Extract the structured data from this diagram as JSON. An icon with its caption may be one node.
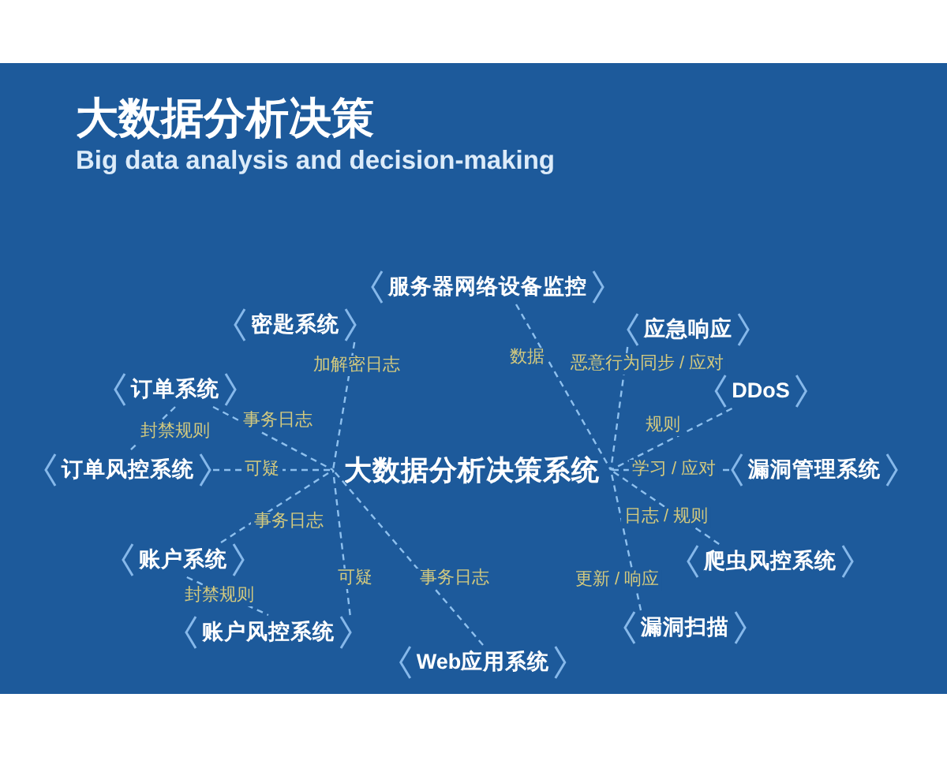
{
  "diagram": {
    "title": "大数据分析决策",
    "nodes": [
      {
        "text": [
          "服务器网络设备监控"
        ]
      },
      {
        "text": [
          "密匙系统"
        ]
      },
      {
        "text": [
          "应急响应"
        ]
      },
      {
        "text": [
          "订单系统"
        ]
      },
      {
        "text": [
          "DDoS"
        ]
      },
      {
        "text": [
          "订单风控系统"
        ]
      },
      {
        "text": [
          "大数据分析决策系统"
        ]
      },
      {
        "text": [
          "漏洞管理系统"
        ]
      },
      {
        "text": [
          "账户系统"
        ]
      },
      {
        "text": [
          "爬虫风控系统"
        ]
      },
      {
        "text": [
          "漏洞扫描"
        ]
      },
      {
        "text": [
          "账户风控系统"
        ]
      },
      {
        "text": [
          "Web应用系统"
        ]
      }
    ],
    "edges": [
      {
        "from": 1,
        "to": 6,
        "arrow": "none",
        "label": "加解密日志",
        "style": "dashed"
      },
      {
        "from": 3,
        "to": 6,
        "arrow": "none",
        "label": "事务日志",
        "style": "dashed"
      },
      {
        "from": 3,
        "to": 5,
        "arrow": "none",
        "label": "封禁规则",
        "style": "dashed"
      },
      {
        "from": 5,
        "to": 6,
        "arrow": "none",
        "label": "可疑",
        "style": "dashed"
      },
      {
        "from": 8,
        "to": 6,
        "arrow": "none",
        "label": "事务日志",
        "style": "dashed"
      },
      {
        "from": 8,
        "to": 11,
        "arrow": "none",
        "label": "封禁规则",
        "style": "dashed"
      },
      {
        "from": 11,
        "to": 6,
        "arrow": "none",
        "label": "可疑",
        "style": "dashed"
      },
      {
        "from": 12,
        "to": 6,
        "arrow": "none",
        "label": "事务日志",
        "style": "dashed"
      },
      {
        "from": 0,
        "to": 6,
        "arrow": "none",
        "label": "数据",
        "style": "dashed"
      },
      {
        "from": 2,
        "to": 6,
        "arrow": "none",
        "label": "恶意行为同步 / 应对",
        "style": "dashed"
      },
      {
        "from": 4,
        "to": 6,
        "arrow": "none",
        "label": "规则",
        "style": "dashed"
      },
      {
        "from": 7,
        "to": 6,
        "arrow": "none",
        "label": "学习 / 应对",
        "style": "dashed"
      },
      {
        "from": 9,
        "to": 6,
        "arrow": "none",
        "label": "日志 / 规则",
        "style": "dashed"
      },
      {
        "from": 10,
        "to": 6,
        "arrow": "none",
        "label": "更新 / 响应",
        "style": "dashed"
      }
    ],
    "labels": [
      "Big data analysis and decision-making"
    ]
  }
}
